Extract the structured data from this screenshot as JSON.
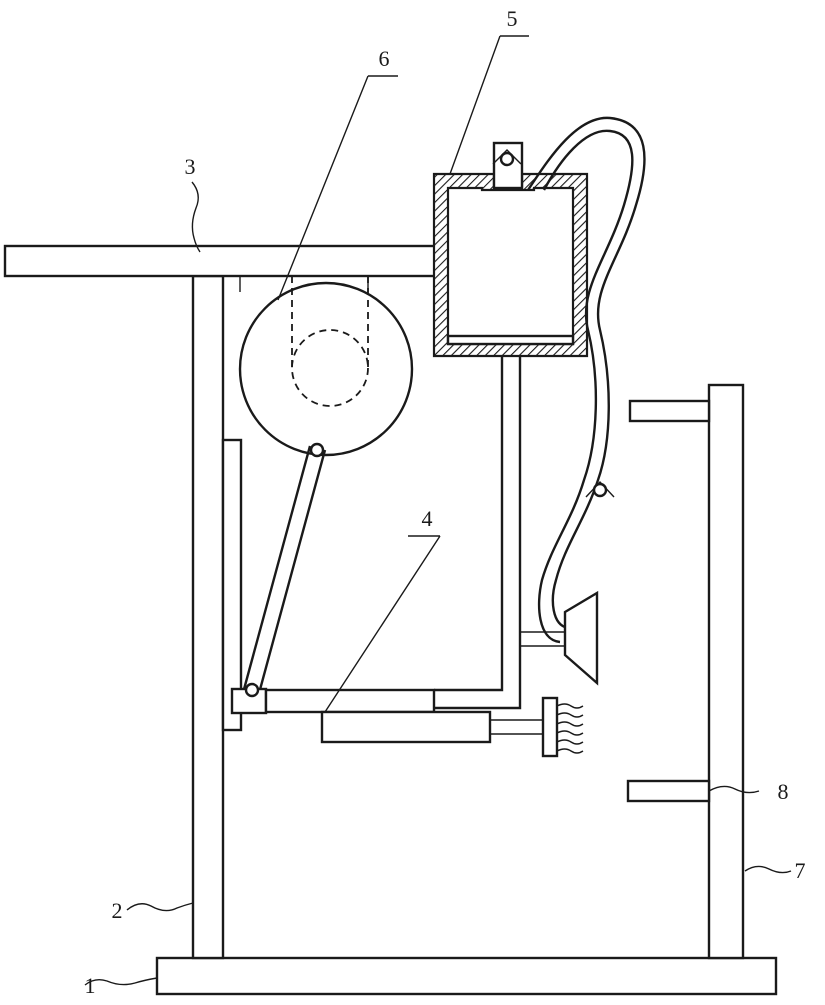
{
  "diagram": {
    "labels": [
      {
        "id": "base",
        "text": "1"
      },
      {
        "id": "left-column",
        "text": "2"
      },
      {
        "id": "top-plate",
        "text": "3"
      },
      {
        "id": "cylinder",
        "text": "4"
      },
      {
        "id": "water-tank",
        "text": "5"
      },
      {
        "id": "wheel",
        "text": "6"
      },
      {
        "id": "right-column",
        "text": "7"
      },
      {
        "id": "clamp-bar",
        "text": "8"
      }
    ],
    "colors": {
      "line": "#1a1a1a",
      "background": "#ffffff"
    }
  }
}
